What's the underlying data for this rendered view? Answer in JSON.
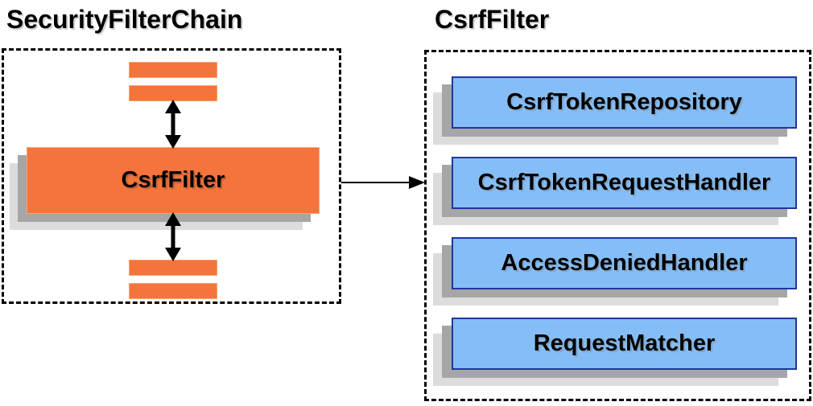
{
  "diagram": {
    "left_panel": {
      "title": "SecurityFilterChain",
      "node_label": "CsrfFilter",
      "placeholder_bar_count": 4
    },
    "right_panel": {
      "title": "CsrfFilter",
      "components": [
        "CsrfTokenRepository",
        "CsrfTokenRequestHandler",
        "AccessDeniedHandler",
        "RequestMatcher"
      ]
    },
    "colors": {
      "node_orange": "#f4743b",
      "node_blue": "#85bef7",
      "node_blue_border": "#1f35a0",
      "shadow_dark": "#a6a6a6",
      "shadow_light": "#dcdcdc",
      "panel_border": "#000000",
      "arrow": "#000000",
      "text": "#000000",
      "background": "#ffffff"
    }
  }
}
